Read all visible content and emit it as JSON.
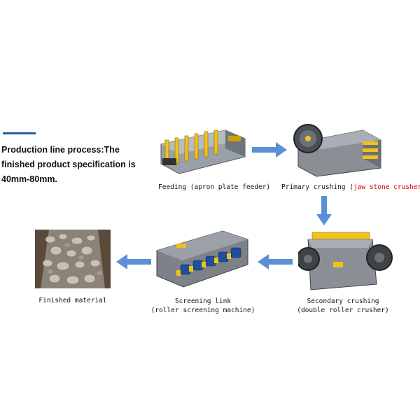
{
  "intro": {
    "line1": "Production line process:The",
    "line2": "finished product specification is",
    "line3": "40mm-80mm."
  },
  "steps": {
    "feeding": {
      "label": "Feeding (apron plate feeder)"
    },
    "primary": {
      "label_prefix": "Primary crushing (",
      "label_highlight": "jaw stone crusher",
      "label_suffix": ")"
    },
    "secondary": {
      "line1": "Secondary crushing",
      "line2": "(double roller crusher)"
    },
    "screening": {
      "line1": "Screening link",
      "line2": "(roller screening machine)"
    },
    "finished": {
      "label": "Finished material"
    }
  },
  "colors": {
    "accent": "#1f5fa8",
    "arrow": "#5b8fd6",
    "highlight": "#d40000",
    "machine_yellow": "#f2c21b",
    "machine_gray": "#8a8f96",
    "motor_blue": "#1d4f9a"
  }
}
